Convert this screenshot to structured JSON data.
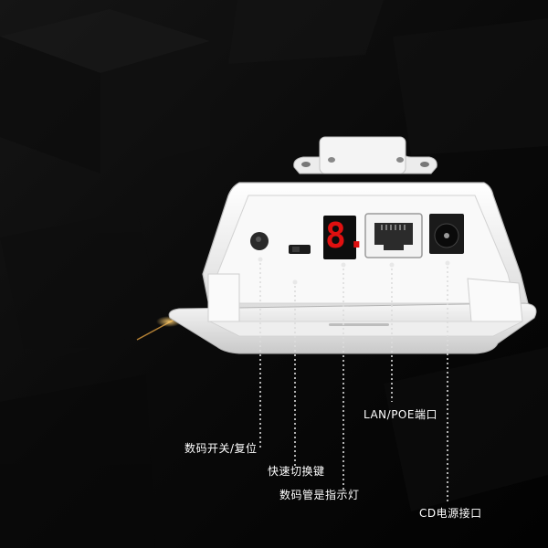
{
  "labels": {
    "digital_switch_reset": "数码开关/复位",
    "fast_switch_key": "快速切换键",
    "digital_tube_indicator": "数码管是指示灯",
    "lan_poe_port": "LAN/POE端口",
    "dc_power_port": "CD电源接口"
  },
  "display": {
    "digit": "8."
  },
  "colors": {
    "background": "#050505",
    "device_body": "#f2f2f2",
    "display_red": "#e01010",
    "label_text": "#ffffff"
  }
}
